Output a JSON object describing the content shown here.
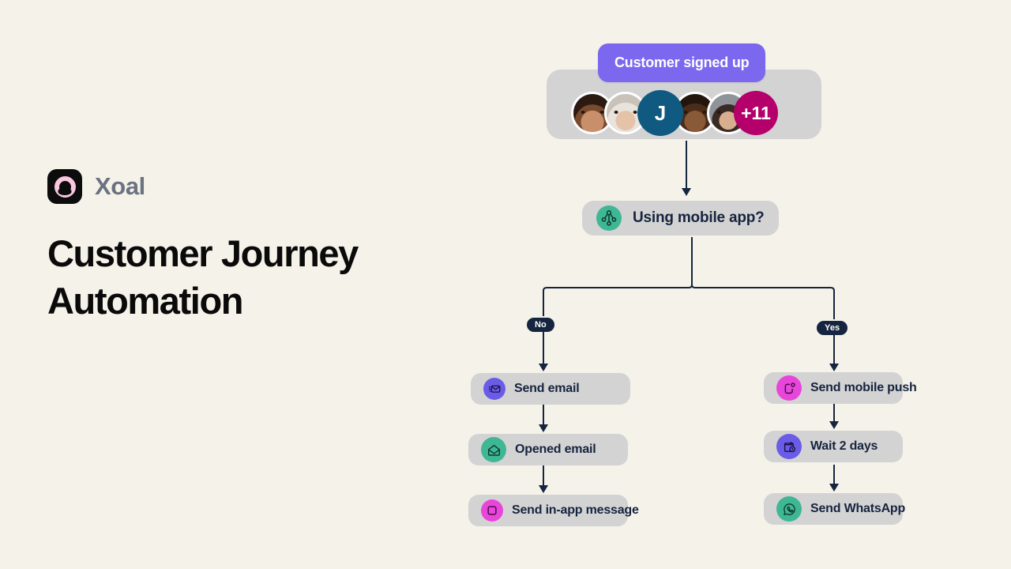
{
  "brand": {
    "name": "Xoal",
    "logo_icon": "xoal-ring-logo",
    "logo_bg": "#0C0C0C",
    "logo_ring": "#F9C8E0"
  },
  "headline": "Customer Journey Automation",
  "canvas": {
    "background": "#F4F2E9",
    "node_bg": "#D3D3D3",
    "node_text": "#16243F",
    "edge_color": "#15243F"
  },
  "flow": {
    "trigger": {
      "chip_label": "Customer signed up",
      "chip_color": "#7B68EE",
      "audience": {
        "initial_avatar": "J",
        "initial_avatar_color": "#105A82",
        "overflow_label": "+11",
        "overflow_color": "#B5006B",
        "photo_count": 4
      }
    },
    "decision": {
      "label": "Using mobile app?",
      "icon": "branch-network-icon",
      "icon_color": "#3FB795",
      "branches": [
        {
          "badge": "No",
          "side": "left"
        },
        {
          "badge": "Yes",
          "side": "right"
        }
      ]
    },
    "branch_no": [
      {
        "label": "Send email",
        "icon": "email-send-icon",
        "icon_color": "#6B5CE7"
      },
      {
        "label": "Opened email",
        "icon": "email-opened-icon",
        "icon_color": "#3FB795"
      },
      {
        "label": "Send in-app message",
        "icon": "in-app-message-icon",
        "icon_color": "#E846DA"
      }
    ],
    "branch_yes": [
      {
        "label": "Send mobile push",
        "icon": "mobile-push-icon",
        "icon_color": "#E846DA"
      },
      {
        "label": "Wait 2 days",
        "icon": "calendar-wait-icon",
        "icon_color": "#6B5CE7"
      },
      {
        "label": "Send WhatsApp",
        "icon": "whatsapp-icon",
        "icon_color": "#3FB795"
      }
    ]
  }
}
